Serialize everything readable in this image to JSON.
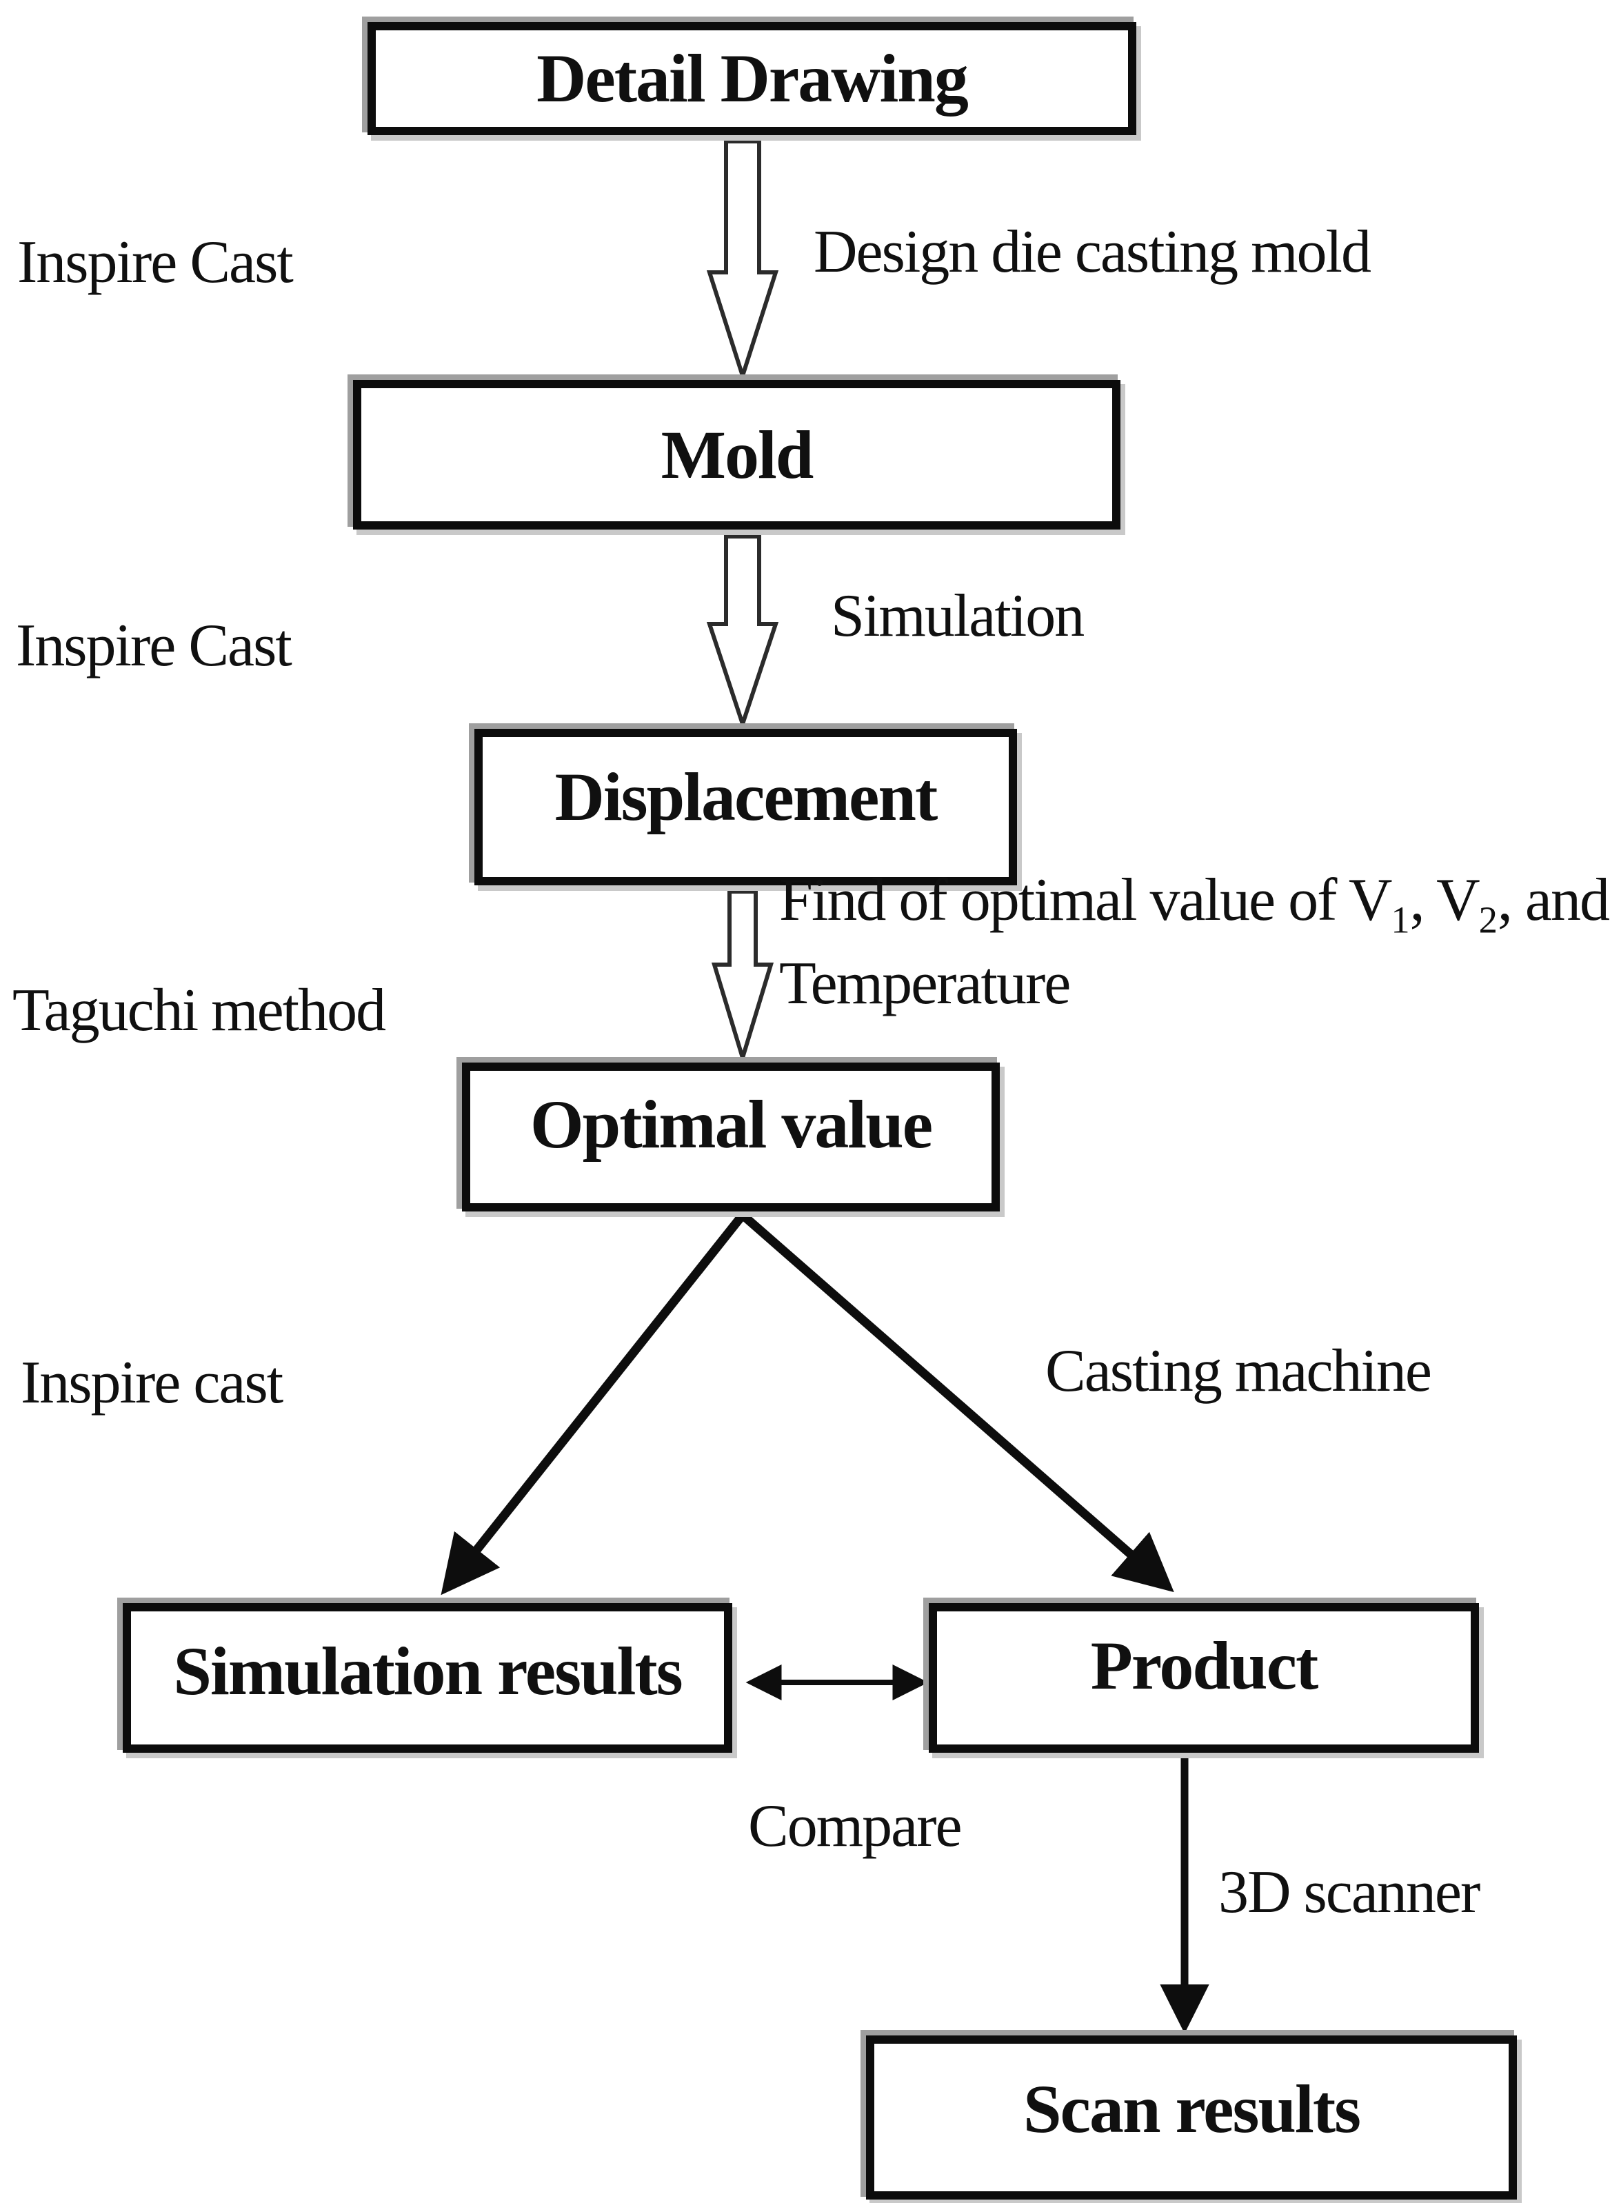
{
  "diagram": {
    "boxes": {
      "detail_drawing": "Detail Drawing",
      "mold": "Mold",
      "displacement": "Displacement",
      "optimal_value": "Optimal value",
      "simulation_results": "Simulation results",
      "product": "Product",
      "scan_results": "Scan results"
    },
    "labels": {
      "inspire_cast_top": "Inspire Cast",
      "design_die_casting_mold": "Design die casting mold",
      "inspire_cast_mid": "Inspire Cast",
      "simulation": "Simulation",
      "taguchi_method": "Taguchi method",
      "find_optimal": {
        "prefix": "Find of optimal value of V",
        "sub1": "1",
        "mid": ", V",
        "sub2": "2",
        "suffix": ", and",
        "line2": "Temperature"
      },
      "inspire_cast_lower": "Inspire cast",
      "casting_machine": "Casting machine",
      "compare": "Compare",
      "scanner_3d": "3D scanner"
    },
    "colors": {
      "ink": "#101010",
      "box_border": "#0c0c0c",
      "shadow_gray": "#9f9f9f",
      "background": "#ffffff"
    }
  }
}
